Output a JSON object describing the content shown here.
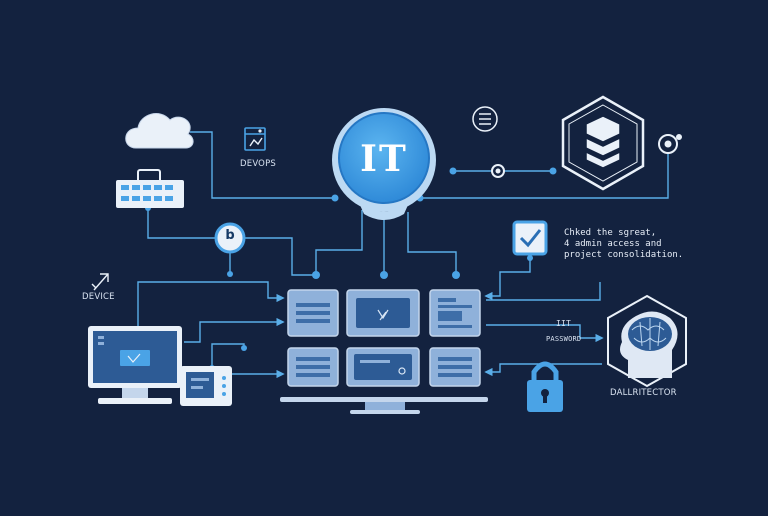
{
  "hub": {
    "label": "IT"
  },
  "b_node": {
    "label": "b"
  },
  "labels": {
    "devops": "DEVOPS",
    "device": "DEVICE",
    "it_small": "IIT",
    "it_small_sub": "PASSWORD",
    "ai_caption": "DALLRITECTOR"
  },
  "note": {
    "lines": [
      "Chked the sgreat,",
      "4 admin access and",
      "project consolidation."
    ]
  },
  "colors": {
    "background": "#13223f",
    "accent": "#4aa3e6",
    "line": "#5aaee8",
    "panel": "#8fb1da",
    "white": "#f4f7fb"
  },
  "icons": [
    "cloud-icon",
    "server-rack-icon",
    "devops-icon",
    "it-hub-bulb",
    "b-node-icon",
    "menu-icon",
    "database-stack-icon",
    "checkbox-icon",
    "device-arrow-icon",
    "monitor-icon",
    "tablet-icon",
    "padlock-icon",
    "ai-brain-icon",
    "camera-icon"
  ]
}
